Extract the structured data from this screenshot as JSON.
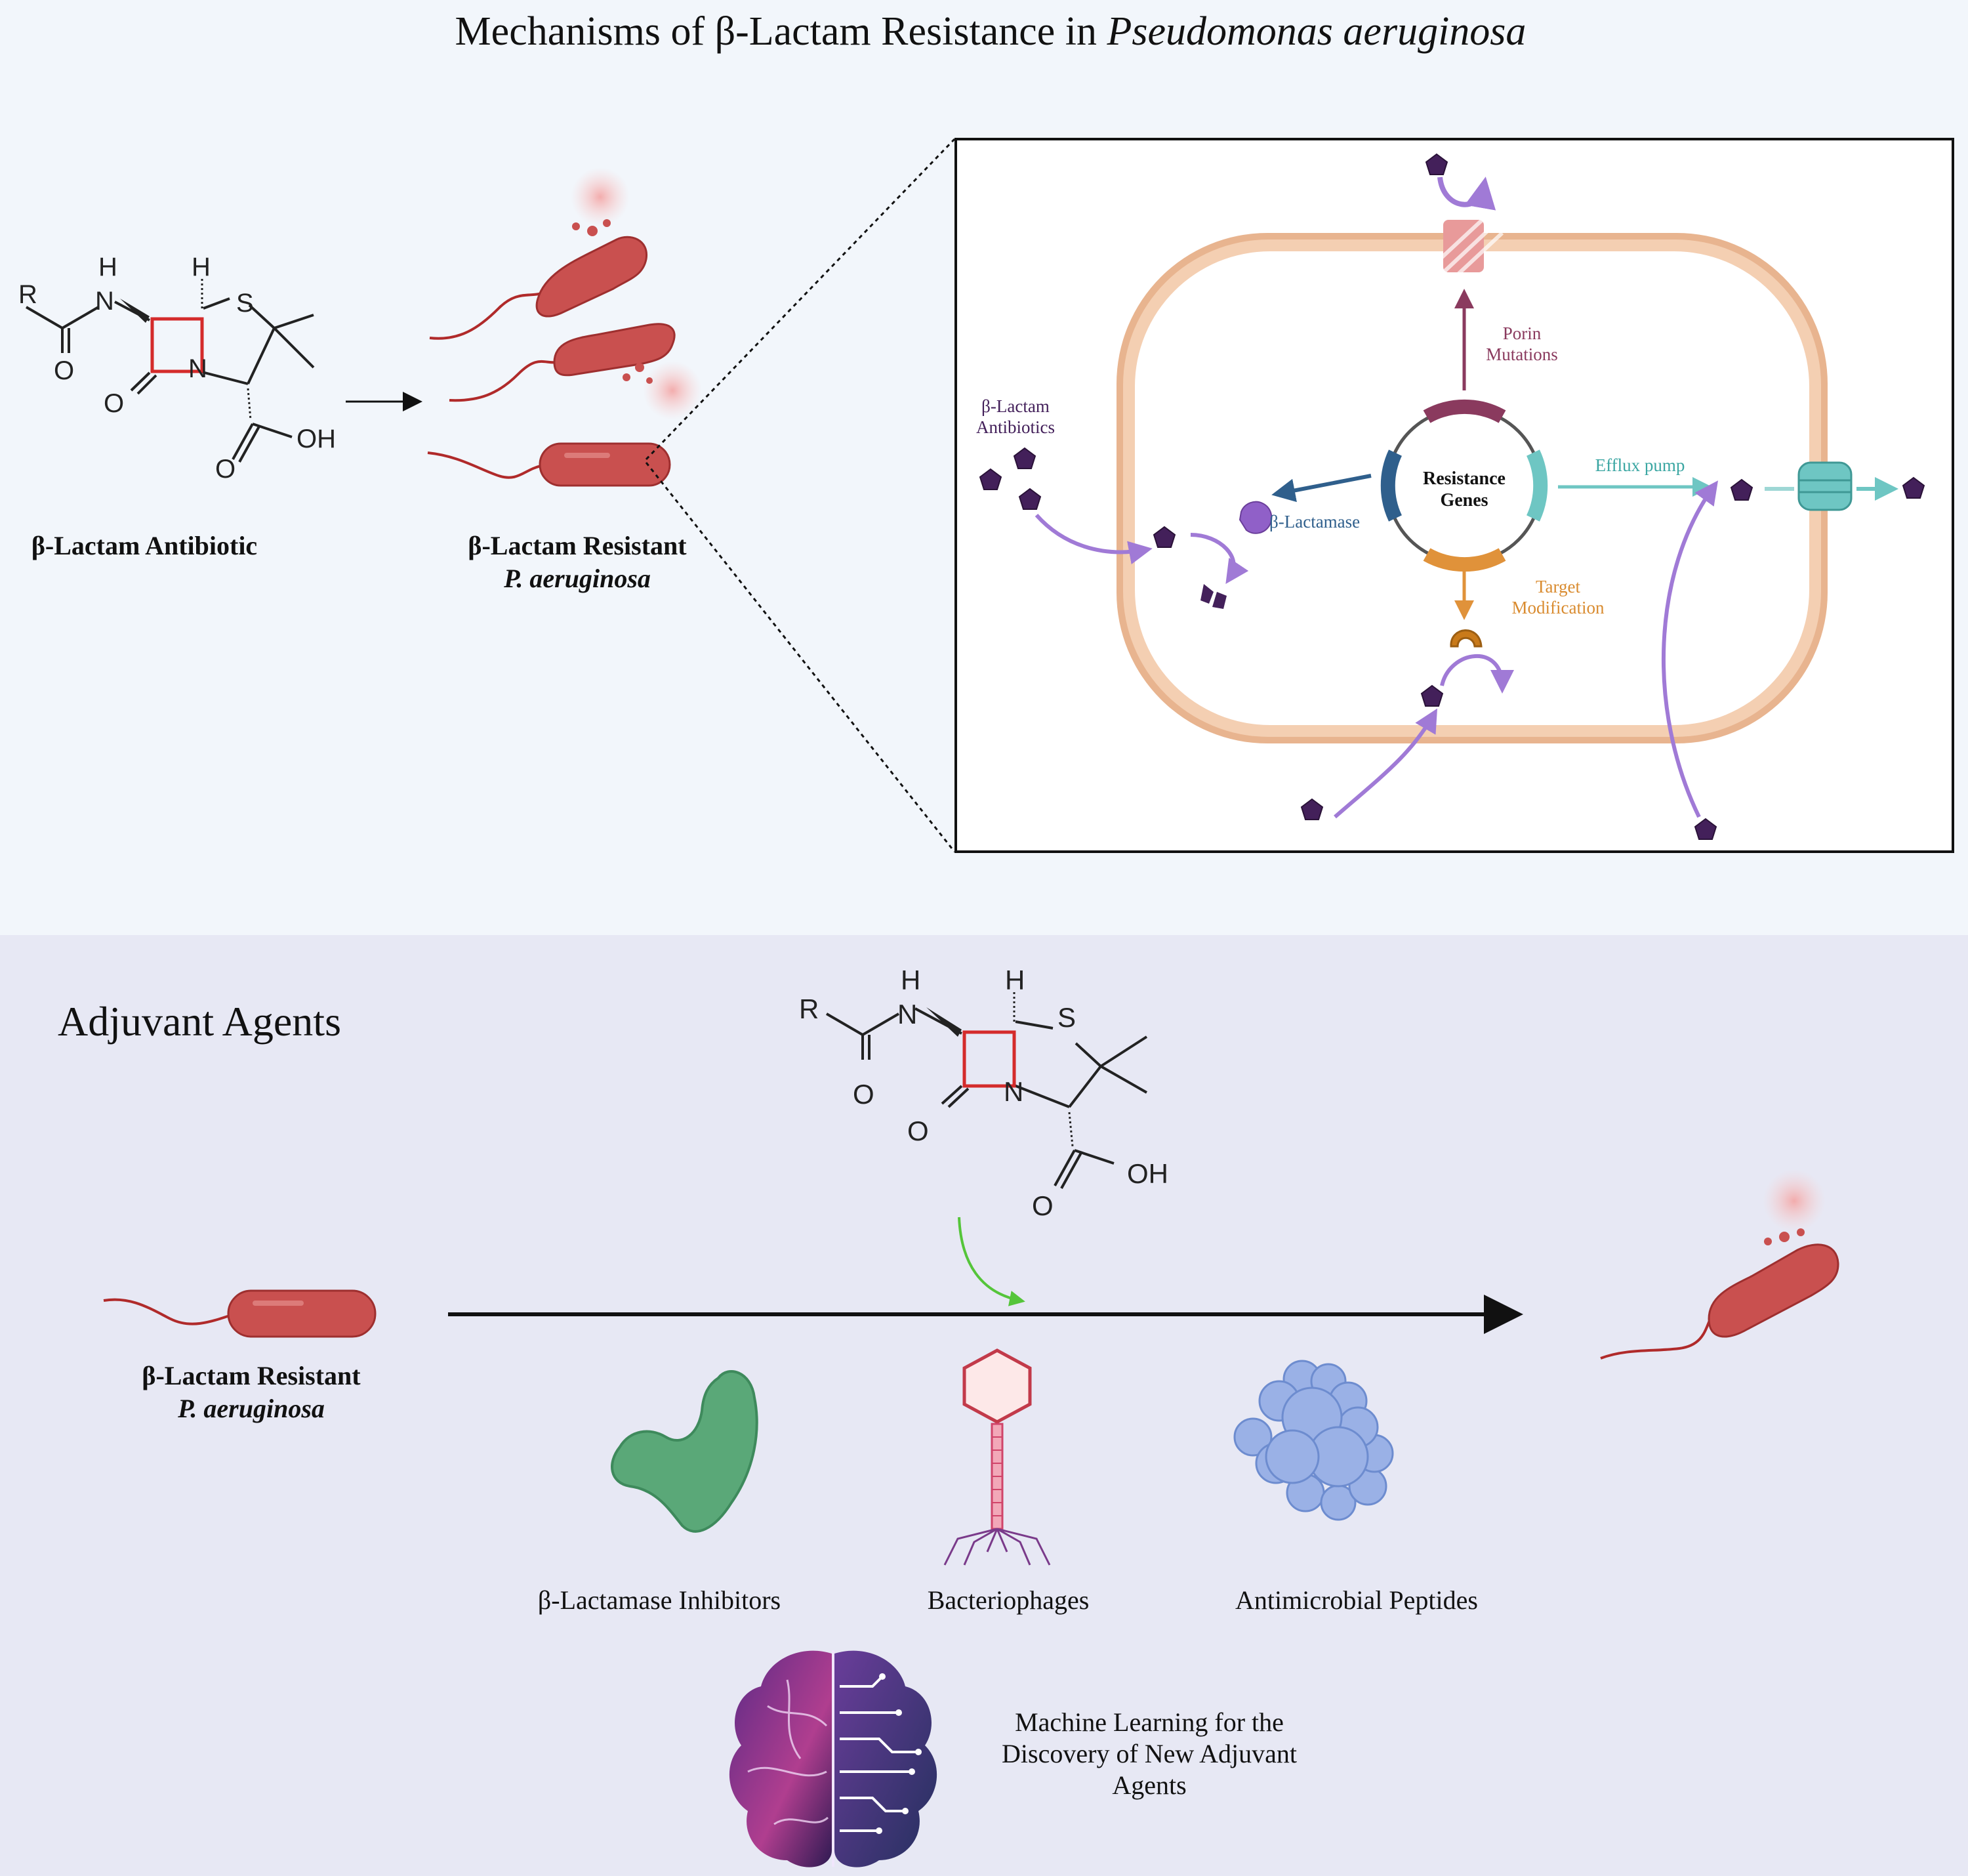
{
  "title": {
    "main": "Mechanisms of β-Lactam Resistance in ",
    "italic": "Pseudomonas aeruginosa"
  },
  "top_section": {
    "antibiotic_label": "β-Lactam Antibiotic",
    "resistant_label_line1": "β-Lactam Resistant",
    "resistant_label_line2": "P. aeruginosa"
  },
  "structure": {
    "R": "R",
    "NH_H": "H",
    "N": "N",
    "H": "H",
    "S": "S",
    "O1": "O",
    "O2": "O",
    "O3": "O",
    "OH": "OH"
  },
  "cell": {
    "resistance_genes_line1": "Resistance",
    "resistance_genes_line2": "Genes",
    "porin_line1": "Porin",
    "porin_line2": "Mutations",
    "antibiotics_line1": "β-Lactam",
    "antibiotics_line2": "Antibiotics",
    "beta_lactamase": "β-Lactamase",
    "efflux_pump": "Efflux pump",
    "target_line1": "Target",
    "target_line2": "Modification"
  },
  "bottom_section": {
    "heading": "Adjuvant Agents",
    "resistant_label_line1": "β-Lactam Resistant",
    "resistant_label_line2": "P. aeruginosa",
    "agents": [
      {
        "label": "β-Lactamase Inhibitors"
      },
      {
        "label": "Bacteriophages"
      },
      {
        "label": "Antimicrobial Peptides"
      }
    ],
    "ml_line1": "Machine Learning for the",
    "ml_line2": "Discovery of New Adjuvant",
    "ml_line3": "Agents"
  },
  "colors": {
    "top_bg": "#f2f6fb",
    "bottom_bg": "#e7e8f4",
    "bacterium": "#c9504f",
    "membrane": "#e8b48f",
    "pentagon": "#43205a",
    "purple_arrow": "#a07ad6",
    "porin": "#8a3a5e",
    "lactamase": "#2f5f8c",
    "efflux": "#6ec6c3",
    "target": "#e0923a",
    "inhibitor": "#5aa878",
    "phage": "#c23a4a",
    "peptide": "#9ab1e6",
    "green_arrow": "#55c53a"
  }
}
